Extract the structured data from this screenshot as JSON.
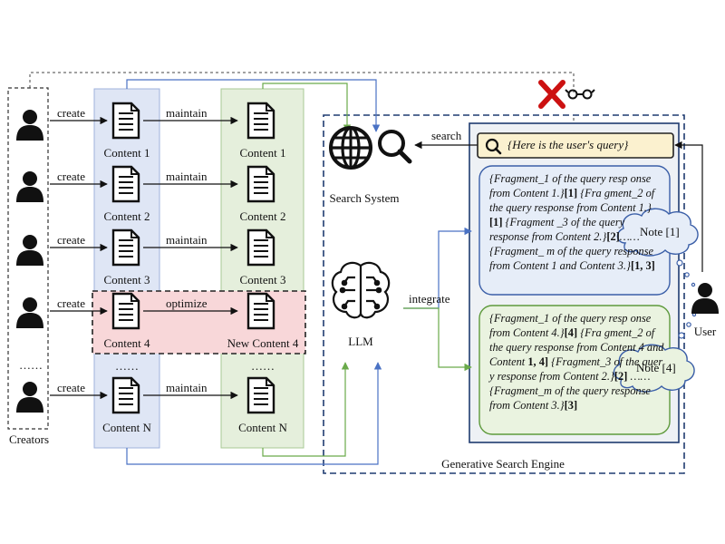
{
  "creators": {
    "label": "Creators",
    "ellipsis": "……"
  },
  "edges": {
    "create": "create",
    "maintain": "maintain",
    "optimize": "optimize",
    "search": "search",
    "integrate": "integrate"
  },
  "content_col": {
    "items": [
      "Content 1",
      "Content 2",
      "Content 3",
      "Content 4"
    ],
    "ellipsis": "……",
    "last": "Content N"
  },
  "new_col": {
    "items": [
      "Content 1",
      "Content 2",
      "Content 3",
      "New Content 4"
    ],
    "ellipsis": "……",
    "last": "Content N"
  },
  "search_system": {
    "label": "Search System"
  },
  "llm": {
    "label": "LLM"
  },
  "engine": {
    "label": "Generative Search Engine"
  },
  "query": {
    "text": "{Here is the user's query}"
  },
  "response1": {
    "parts": [
      {
        "t": "{Fragment_1 of the query resp onse from Content 1.}"
      },
      {
        "t": "[1]",
        "b": true
      },
      {
        "t": " {Fra gment_2 of the query response from Content 1.}"
      },
      {
        "t": "[1]",
        "b": true
      },
      {
        "t": " {Fragment _3 of the query response from Content 2.}"
      },
      {
        "t": "[2]",
        "b": true
      },
      {
        "t": "……{Fragment_ m of the query response from Content 1 and Content 3.}"
      },
      {
        "t": "[1, 3]",
        "b": true
      }
    ]
  },
  "response2": {
    "parts": [
      {
        "t": "{Fragment_1 of the query resp onse from Content 4.}"
      },
      {
        "t": "[4]",
        "b": true
      },
      {
        "t": " {Fra gment_2 of the query response from Content 4 and Content "
      },
      {
        "t": "1, 4]",
        "b": true
      },
      {
        "t": " {Fragment_3 of the quer y response from Content 2.}"
      },
      {
        "t": "[2]",
        "b": true
      },
      {
        "t": " ……{Fragment_m of the query response from Content 3.}"
      },
      {
        "t": "[3]",
        "b": true
      }
    ]
  },
  "notes": {
    "note1": "Note [1]",
    "note4": "Note [4]"
  },
  "user": {
    "label": "User"
  },
  "colors": {
    "blue_col": "#dfe6f5",
    "green_col": "#e5efdc",
    "pink": "#f8d7d9",
    "box_blue": "#e6edf8",
    "box_green": "#eaf3e0",
    "query_bg": "#fbf1cf",
    "cross": "#cc1111"
  }
}
